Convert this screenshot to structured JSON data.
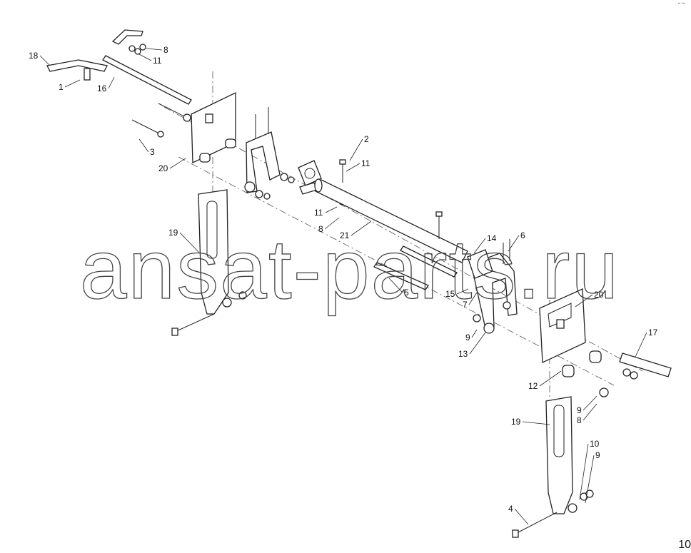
{
  "diagram": {
    "page_number": "10",
    "corner_mark": "▪▪ ▪▪▪",
    "watermark": "ansat-parts.ru",
    "callouts": [
      "18",
      "1",
      "16",
      "8",
      "11",
      "3",
      "20",
      "2",
      "11",
      "11",
      "8",
      "21",
      "19",
      "14",
      "6",
      "5",
      "15",
      "7",
      "20",
      "9",
      "13",
      "17",
      "12",
      "9",
      "8",
      "19",
      "10",
      "9",
      "4"
    ]
  }
}
